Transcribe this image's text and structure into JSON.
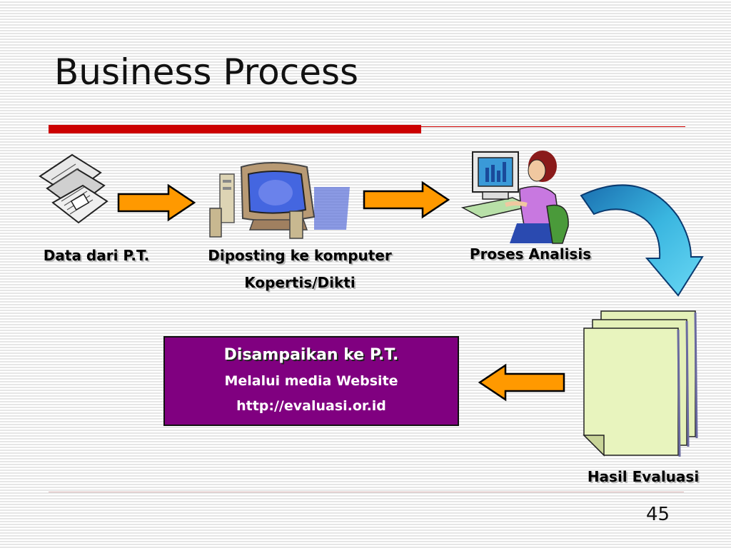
{
  "slide": {
    "title": "Business Process",
    "page_number": "45"
  },
  "steps": {
    "data_source": "Data dari P.T.",
    "posting_line1": "Diposting ke komputer",
    "posting_line2": "Kopertis/Dikti",
    "analysis": "Proses Analisis",
    "result": "Hasil Evaluasi"
  },
  "delivery_box": {
    "title": "Disampaikan ke P.T.",
    "line1": "Melalui media Website",
    "line2": "http://evaluasi.or.id"
  },
  "icons": [
    "floppy-disks-icon",
    "computer-icon",
    "person-at-computer-icon",
    "curved-arrow-icon",
    "documents-stack-icon",
    "right-arrow-icon",
    "left-arrow-icon"
  ],
  "colors": {
    "accent_red": "#cc0000",
    "box_purple": "#800080",
    "arrow_orange": "#ff9900",
    "curved_arrow_blue": "#33a8d8",
    "document_green": "#e4f0b8"
  }
}
